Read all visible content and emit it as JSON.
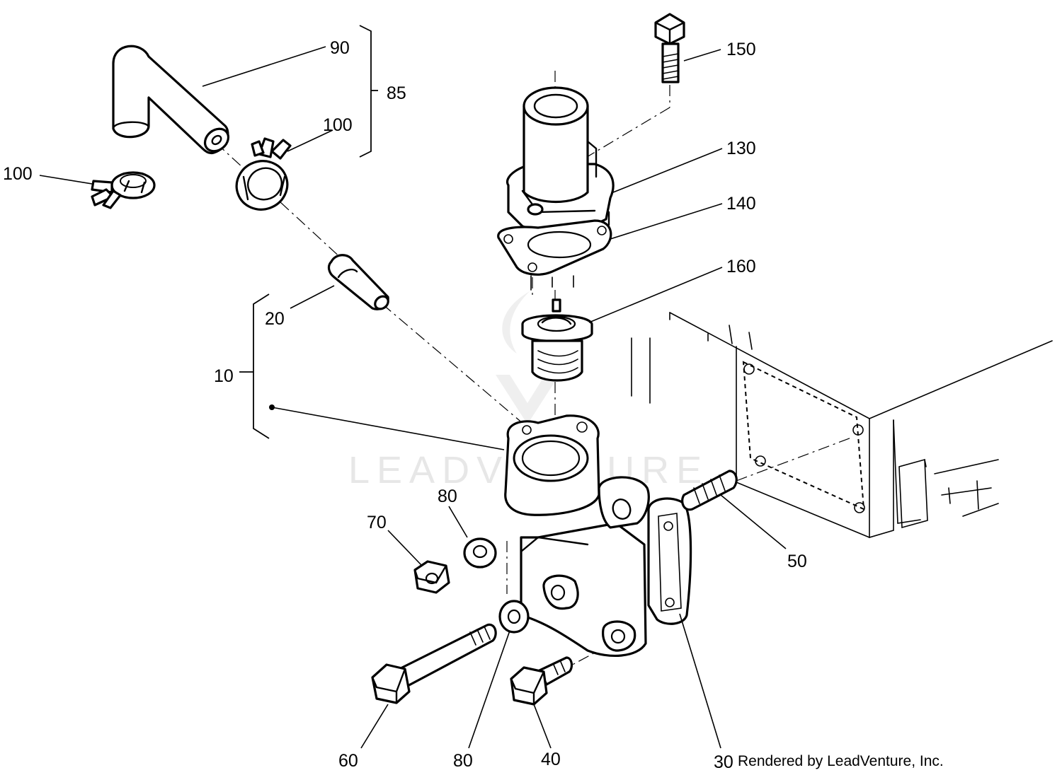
{
  "callouts": {
    "c90": "90",
    "c85": "85",
    "c100a": "100",
    "c100b": "100",
    "c150": "150",
    "c130": "130",
    "c140": "140",
    "c160": "160",
    "c20": "20",
    "c10": "10",
    "c50": "50",
    "c70": "70",
    "c80a": "80",
    "c80b": "80",
    "c60": "60",
    "c40": "40",
    "c30": "30"
  },
  "footer": {
    "rendered_by": "Rendered by LeadVenture, Inc."
  },
  "watermark": {
    "text": "LEADVENTURE"
  }
}
